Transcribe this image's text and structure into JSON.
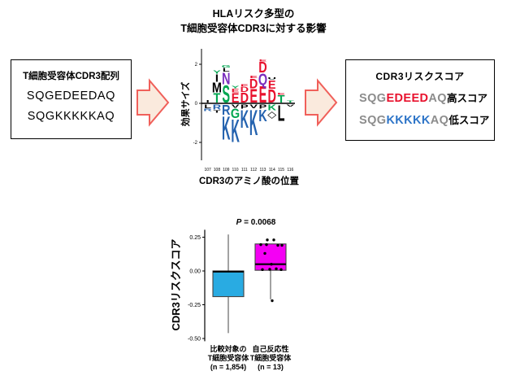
{
  "title": {
    "line1": "HLAリスク多型の",
    "line2": "T細胞受容体CDR3に対する影響"
  },
  "left_box": {
    "title": "T細胞受容体CDR3配列",
    "sequences": [
      "SQGEDEEDAQ",
      "SQGKKKKKAQ"
    ]
  },
  "right_box": {
    "title": "CDR3リスクスコア",
    "sequence_color": "#8c8c8c",
    "rows": [
      {
        "prefix": "SQG",
        "highlight": "EDEED",
        "suffix": "AQ",
        "highlight_color": "#e8112d",
        "score": "高スコア"
      },
      {
        "prefix": "SQG",
        "highlight": "KKKKK",
        "suffix": "AQ",
        "highlight_color": "#2e75c8",
        "score": "低スコア"
      }
    ]
  },
  "arrow": {
    "fill": "#faeadd",
    "stroke": "#f0605a"
  },
  "chart_data": [
    {
      "type": "sequence_logo",
      "ylabel": "効果サイズ",
      "xlabel": "CDR3のアミノ酸の位置",
      "ylim": [
        -2.8,
        2.8
      ],
      "yticks": [
        2,
        0,
        -2
      ],
      "positions": [
        107,
        108,
        109,
        110,
        111,
        112,
        113,
        114,
        115,
        116
      ],
      "letter_colors": {
        "red": "#e8112d",
        "blue": "#2563af",
        "green": "#00a651",
        "purple": "#7b2fbe",
        "black": "#000000"
      },
      "columns": [
        {
          "pos": 107,
          "above": [
            [
              "I",
              "black",
              0.13
            ]
          ],
          "below": [
            [
              "L",
              "black",
              0.2
            ],
            [
              "R",
              "blue",
              0.13
            ]
          ]
        },
        {
          "pos": 108,
          "above": [
            [
              "T",
              "green",
              0.5
            ],
            [
              "M",
              "black",
              0.52
            ],
            [
              "I",
              "black",
              0.4
            ],
            [
              "Y",
              "green",
              0.18
            ]
          ],
          "below": [
            [
              "R",
              "blue",
              0.25
            ],
            [
              "T",
              "black",
              0.15
            ]
          ]
        },
        {
          "pos": 109,
          "above": [
            [
              "S",
              "green",
              0.92
            ],
            [
              "N",
              "purple",
              0.62
            ],
            [
              "L",
              "black",
              0.2
            ],
            [
              "G",
              "green",
              0.15
            ]
          ],
          "below": [
            [
              "R",
              "blue",
              0.52
            ],
            [
              "K",
              "blue",
              1.25
            ]
          ]
        },
        {
          "pos": 110,
          "above": [
            [
              "E",
              "red",
              0.5
            ],
            [
              "E",
              "red",
              0.2
            ],
            [
              "Y",
              "green",
              0.15
            ]
          ],
          "below": [
            [
              "V",
              "black",
              0.18
            ],
            [
              "G",
              "green",
              0.5
            ],
            [
              "K",
              "blue",
              1.2
            ]
          ]
        },
        {
          "pos": 111,
          "above": [
            [
              "D",
              "red",
              0.52
            ],
            [
              "D",
              "red",
              0.28
            ],
            [
              "E",
              "red",
              0.12
            ]
          ],
          "below": [
            [
              "P",
              "black",
              0.22
            ],
            [
              "K",
              "blue",
              0.95
            ]
          ]
        },
        {
          "pos": 112,
          "above": [
            [
              "E",
              "red",
              0.72
            ],
            [
              "D",
              "red",
              0.5
            ],
            [
              "E",
              "red",
              0.15
            ]
          ],
          "below": [
            [
              "V",
              "black",
              0.2
            ],
            [
              "K",
              "blue",
              1.35
            ]
          ]
        },
        {
          "pos": 113,
          "above": [
            [
              "E",
              "red",
              0.88
            ],
            [
              "Q",
              "purple",
              0.62
            ],
            [
              "D",
              "red",
              0.55
            ],
            [
              "E",
              "red",
              0.12
            ]
          ],
          "below": [
            [
              "P",
              "black",
              0.22
            ],
            [
              "K",
              "blue",
              0.62
            ]
          ]
        },
        {
          "pos": 114,
          "above": [
            [
              "D",
              "red",
              0.7
            ],
            [
              "E",
              "red",
              0.45
            ],
            [
              "U",
              "black",
              0.1
            ]
          ],
          "below": [
            [
              "K",
              "green",
              0.3
            ],
            [
              "◇",
              "black",
              0.35
            ]
          ]
        },
        {
          "pos": 115,
          "above": [
            [
              "T",
              "green",
              0.38
            ],
            [
              "E",
              "red",
              0.12
            ]
          ],
          "below": [
            [
              "L",
              "black",
              0.85
            ]
          ]
        },
        {
          "pos": 116,
          "above": [
            [
              "T",
              "green",
              0.1
            ]
          ],
          "below": [
            [
              "V",
              "black",
              0.12
            ]
          ]
        }
      ]
    },
    {
      "type": "boxplot",
      "p_label_prefix": "P",
      "p_label_rest": " = 0.0068",
      "ylabel": "CDR3リスクスコア",
      "yticks": [
        0.25,
        0.0,
        -0.25,
        -0.5
      ],
      "ylim": [
        -0.55,
        0.32
      ],
      "point_color": "#000000",
      "groups": [
        {
          "label_lines": [
            "比較対象の",
            "T細胞受容体",
            "(n = 1,854)"
          ],
          "color": "#29abe2",
          "whisker_low": -0.46,
          "q1": -0.19,
          "median": -0.005,
          "q3": 0.0,
          "whisker_high": 0.27,
          "points": []
        },
        {
          "label_lines": [
            "自己反応性",
            "T細胞受容体",
            "(n = 13)"
          ],
          "color": "#f400f4",
          "whisker_low": -0.21,
          "q1": 0.005,
          "median": 0.05,
          "q3": 0.2,
          "whisker_high": 0.2,
          "points": [
            [
              -4,
              0.23
            ],
            [
              4,
              0.23
            ],
            [
              -12,
              0.195
            ],
            [
              -5,
              0.195
            ],
            [
              9,
              0.19
            ],
            [
              14,
              0.19
            ],
            [
              -7,
              0.13
            ],
            [
              1,
              0.05
            ],
            [
              -10,
              0.01
            ],
            [
              -1,
              0.012
            ],
            [
              7,
              0.016
            ],
            [
              13,
              0.01
            ],
            [
              2,
              -0.22
            ]
          ]
        }
      ]
    }
  ]
}
